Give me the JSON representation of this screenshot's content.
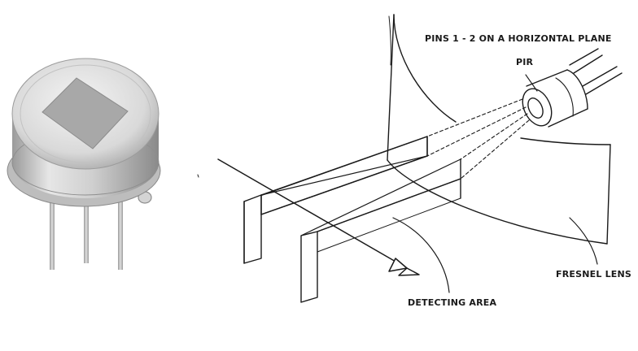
{
  "labels": {
    "pins": "PINS 1 - 2 ON A HORIZONTAL PLANE",
    "pir": "PIR",
    "detecting_area": "DETECTING AREA",
    "fresnel_lens": "FRESNEL LENS"
  },
  "colors": {
    "line": "#1a1a1a",
    "background": "#ffffff",
    "sensor_can": "#c8c8c8",
    "sensor_window": "#a6a6a6",
    "sensor_leads": "#b8b8b8"
  }
}
